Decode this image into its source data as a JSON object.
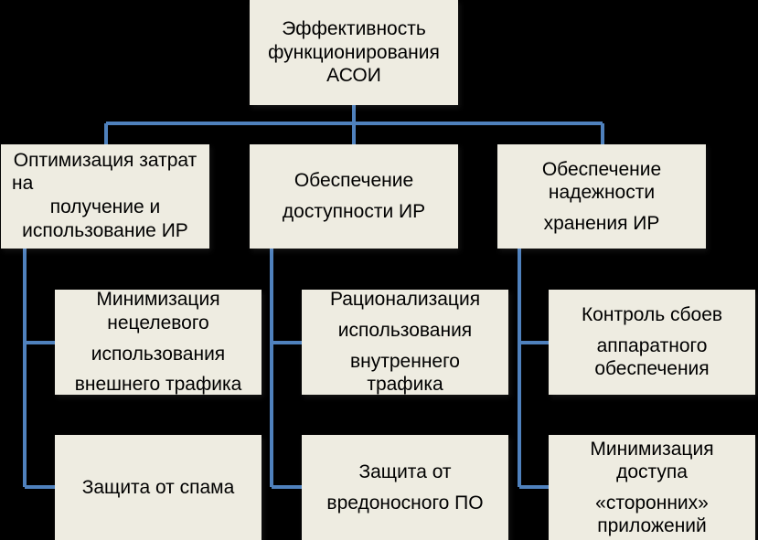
{
  "diagram": {
    "root": {
      "lines": [
        "Эффективность",
        "функционирования",
        "АСОИ"
      ]
    },
    "branches": [
      {
        "lines": [
          "Оптимизация затрат",
          "на",
          "получение и",
          "использование ИР"
        ],
        "children": [
          {
            "lines": [
              "Минимизация",
              "нецелевого",
              "использования",
              "внешнего трафика"
            ]
          },
          {
            "lines": [
              "Защита от спама"
            ]
          }
        ]
      },
      {
        "lines": [
          "Обеспечение",
          "доступности ИР"
        ],
        "children": [
          {
            "lines": [
              "Рационализация",
              "использования",
              "внутреннего",
              "трафика"
            ]
          },
          {
            "lines": [
              "Защита от",
              "вредоносного ПО"
            ]
          }
        ]
      },
      {
        "lines": [
          "Обеспечение",
          "надежности",
          "хранения ИР"
        ],
        "children": [
          {
            "lines": [
              "Контроль сбоев",
              "аппаратного",
              "обеспечения"
            ]
          },
          {
            "lines": [
              "Минимизация",
              "доступа",
              "«сторонних»",
              "приложений"
            ]
          }
        ]
      }
    ]
  },
  "colors": {
    "background": "#000000",
    "box_fill": "#eeece1",
    "connector": "#4f81bd",
    "text": "#000000"
  }
}
